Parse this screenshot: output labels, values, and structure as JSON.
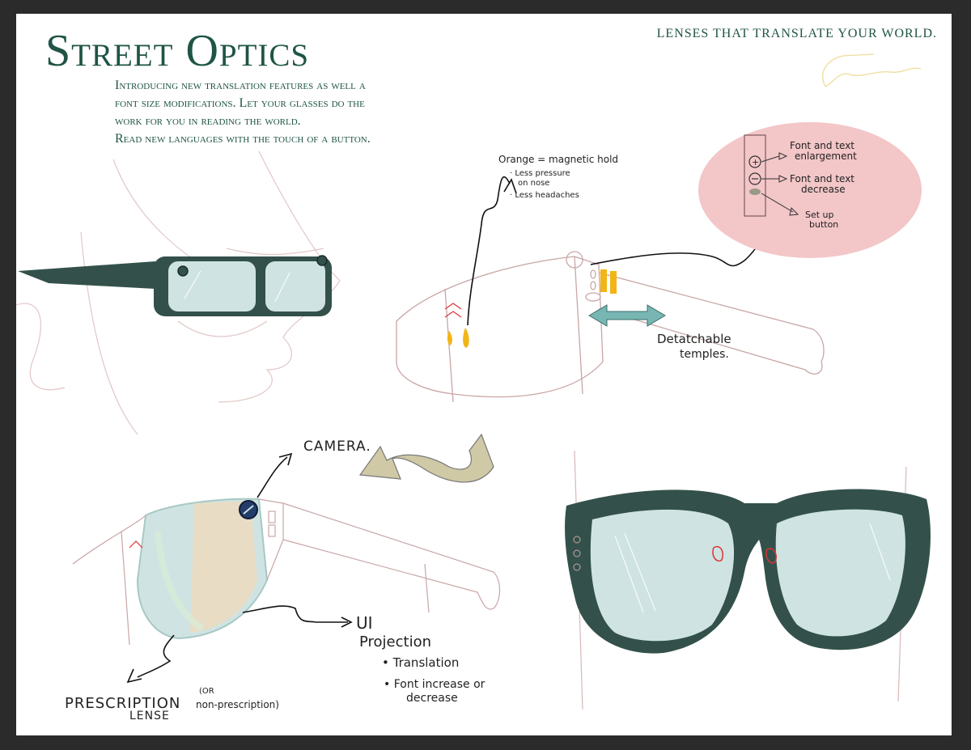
{
  "brand": {
    "title": "Street Optics",
    "tagline": "LENSES THAT TRANSLATE YOUR WORLD."
  },
  "intro": {
    "lines": [
      "Introducing new translation features as well a",
      "font size modifications. Let your glasses do the",
      "work for you in reading the world.",
      "Read new languages with the touch of a button."
    ]
  },
  "annotations": {
    "magnetic": {
      "title": "Orange = magnetic hold",
      "bullet1a": "· Less pressure",
      "bullet1b": "on nose",
      "bullet2": "· Less headaches"
    },
    "buttons": {
      "enlarge_a": "Font and text",
      "enlarge_b": "enlargement",
      "decrease_a": "Font and text",
      "decrease_b": "decrease",
      "setup_a": "Set up",
      "setup_b": "button"
    },
    "temples": {
      "line1": "Detatchable",
      "line2": "temples."
    },
    "camera": "CAMERA.",
    "ui": {
      "title_a": "UI",
      "title_b": "Projection",
      "bullet1": "• Translation",
      "bullet2a": "• Font increase or",
      "bullet2b": "decrease"
    },
    "lens": {
      "line1": "PRESCRIPTION",
      "line2": "LENSE",
      "note_a": "(OR",
      "note_b": "non-prescription)"
    }
  },
  "colors": {
    "frame": "#33514a",
    "lens": "#cfe4e2",
    "accent": "#1f5446",
    "magnet": "#f2b516",
    "bubble": "#f3c6c8",
    "arrow_teal": "#77b6b2",
    "arrow_tan": "#cfc9a6"
  }
}
